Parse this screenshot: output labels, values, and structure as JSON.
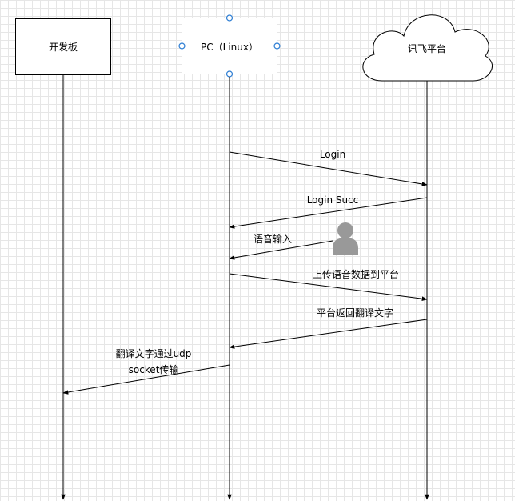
{
  "participants": {
    "board": "开发板",
    "pc": "PC（Linux）",
    "cloud": "讯飞平台"
  },
  "messages": {
    "login": "Login",
    "login_succ": "Login Succ",
    "voice_input": "语音输入",
    "upload": "上传语音数据到平台",
    "translate_return": "平台返回翻译文字",
    "udp_line1": "翻译文字通过udp",
    "udp_line2": "socket传输"
  },
  "icons": {
    "user": "user-icon"
  },
  "colors": {
    "line": "#000000",
    "handle_fill": "#ffffff",
    "handle_stroke": "#2f7fd4",
    "user_icon": "#999999",
    "grid": "#e6e6e6"
  }
}
